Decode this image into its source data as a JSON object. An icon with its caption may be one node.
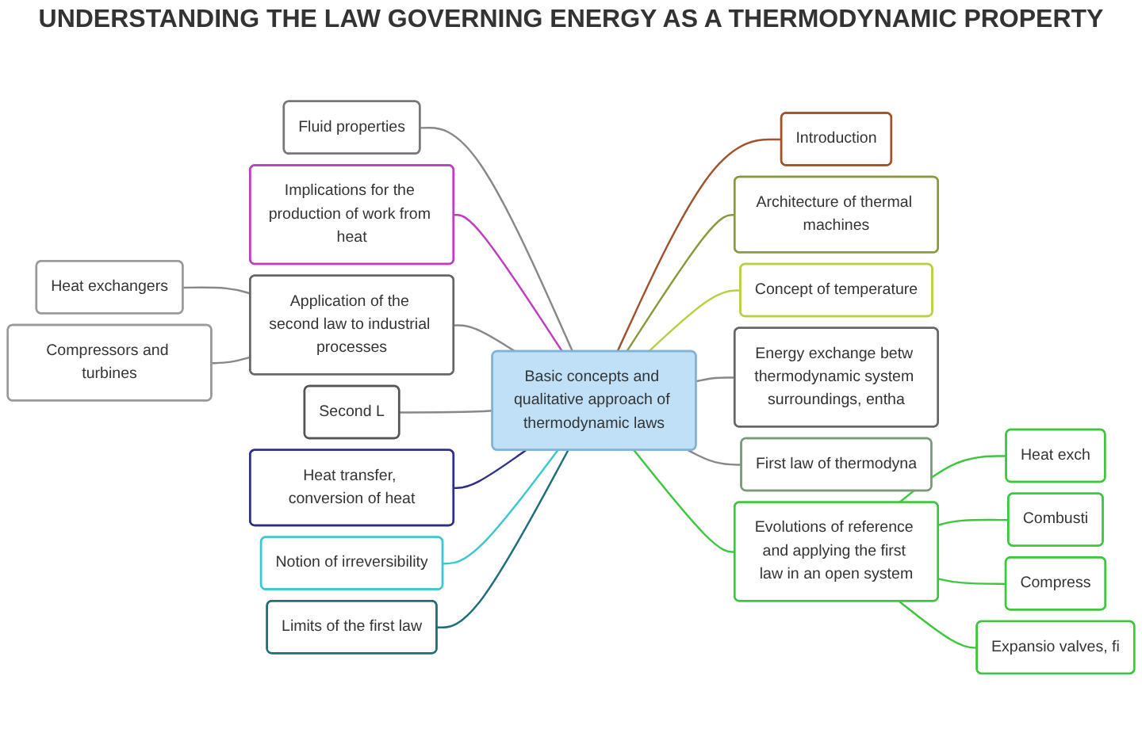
{
  "diagram": {
    "title": "UNDERSTANDING THE LAW GOVERNING ENERGY AS A THERMODYNAMIC PROPERTY",
    "nodes": [
      {
        "text": [
          "Basic concepts and qualitative approach of thermodynamic laws"
        ]
      },
      {
        "text": [
          "Fluid properties"
        ]
      },
      {
        "text": [
          "Implications for the production of work from heat"
        ]
      },
      {
        "text": [
          "Application of the second law to industrial processes"
        ]
      },
      {
        "text": [
          "Heat exchangers"
        ]
      },
      {
        "text": [
          "Compressors and turbines"
        ]
      },
      {
        "text": [
          "Second L"
        ]
      },
      {
        "text": [
          "Heat transfer, conversion of heat"
        ]
      },
      {
        "text": [
          "Notion of irreversibility"
        ]
      },
      {
        "text": [
          "Limits of the first law"
        ]
      },
      {
        "text": [
          "Introduction"
        ]
      },
      {
        "text": [
          "Architecture of thermal machines"
        ]
      },
      {
        "text": [
          "Concept of temperature"
        ]
      },
      {
        "text": [
          "Energy exchange betw thermodynamic system surroundings, entha"
        ]
      },
      {
        "text": [
          "First law of thermodyna"
        ]
      },
      {
        "text": [
          "Evolutions of reference and applying the first law in an open system"
        ]
      },
      {
        "text": [
          "Heat exch"
        ]
      },
      {
        "text": [
          "Combusti"
        ]
      },
      {
        "text": [
          "Compress"
        ]
      },
      {
        "text": [
          "Expansio valves, fi"
        ]
      }
    ],
    "edges": [
      {
        "from": 1,
        "to": 0,
        "arrow": "none"
      },
      {
        "from": 2,
        "to": 0,
        "arrow": "none",
        "color": "#c03cc0"
      },
      {
        "from": 3,
        "to": 0,
        "arrow": "none"
      },
      {
        "from": 4,
        "to": 3,
        "arrow": "none"
      },
      {
        "from": 5,
        "to": 3,
        "arrow": "none"
      },
      {
        "from": 6,
        "to": 0,
        "arrow": "none"
      },
      {
        "from": 7,
        "to": 0,
        "arrow": "none",
        "color": "#2c2f8a"
      },
      {
        "from": 8,
        "to": 0,
        "arrow": "none",
        "color": "#3cc8d0"
      },
      {
        "from": 9,
        "to": 0,
        "arrow": "none",
        "color": "#1f6f7a"
      },
      {
        "from": 0,
        "to": 10,
        "arrow": "none",
        "color": "#a0522d"
      },
      {
        "from": 0,
        "to": 11,
        "arrow": "none",
        "color": "#8a9a3a"
      },
      {
        "from": 0,
        "to": 12,
        "arrow": "none",
        "color": "#b8d040"
      },
      {
        "from": 0,
        "to": 13,
        "arrow": "none"
      },
      {
        "from": 0,
        "to": 14,
        "arrow": "none"
      },
      {
        "from": 0,
        "to": 15,
        "arrow": "none",
        "color": "#3cc83c"
      },
      {
        "from": 15,
        "to": 16,
        "arrow": "none",
        "color": "#3cc83c"
      },
      {
        "from": 15,
        "to": 17,
        "arrow": "none",
        "color": "#3cc83c"
      },
      {
        "from": 15,
        "to": 18,
        "arrow": "none",
        "color": "#3cc83c"
      },
      {
        "from": 15,
        "to": 19,
        "arrow": "none",
        "color": "#3cc83c"
      }
    ]
  }
}
